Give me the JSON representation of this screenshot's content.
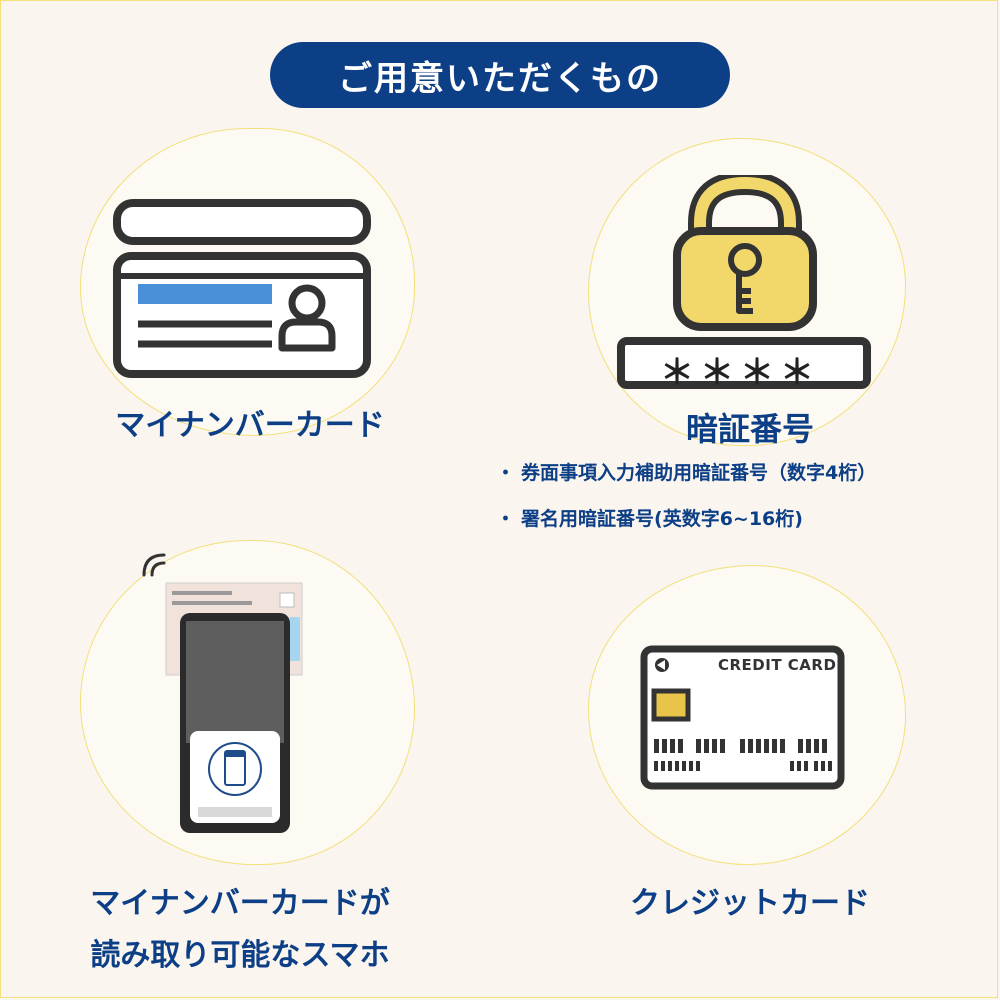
{
  "title": "ご用意いただくもの",
  "items": {
    "mynumber_card": {
      "label": "マイナンバーカード",
      "icon": "id-card-icon"
    },
    "pin": {
      "label": "暗証番号",
      "icon": "padlock-icon",
      "masked": "＊＊＊＊",
      "notes": [
        {
          "bullet": "・",
          "text": "券面事項入力補助用暗証番号（数字4桁）"
        },
        {
          "bullet": "・",
          "text": "署名用暗証番号(英数字6~16桁)"
        }
      ]
    },
    "phone": {
      "label_line1": "マイナンバーカードが",
      "label_line2": "読み取り可能なスマホ",
      "icon": "smartphone-nfc-icon"
    },
    "credit_card": {
      "label": "クレジットカード",
      "card_text": "CREDIT CARD",
      "icon": "credit-card-icon"
    }
  },
  "colors": {
    "background": "#faf5ef",
    "accent_navy": "#0d3f86",
    "lock_yellow": "#f2d86a",
    "outline_dark": "#333333",
    "card_blue": "#4a90d9",
    "blob_border": "#f2e07a"
  }
}
